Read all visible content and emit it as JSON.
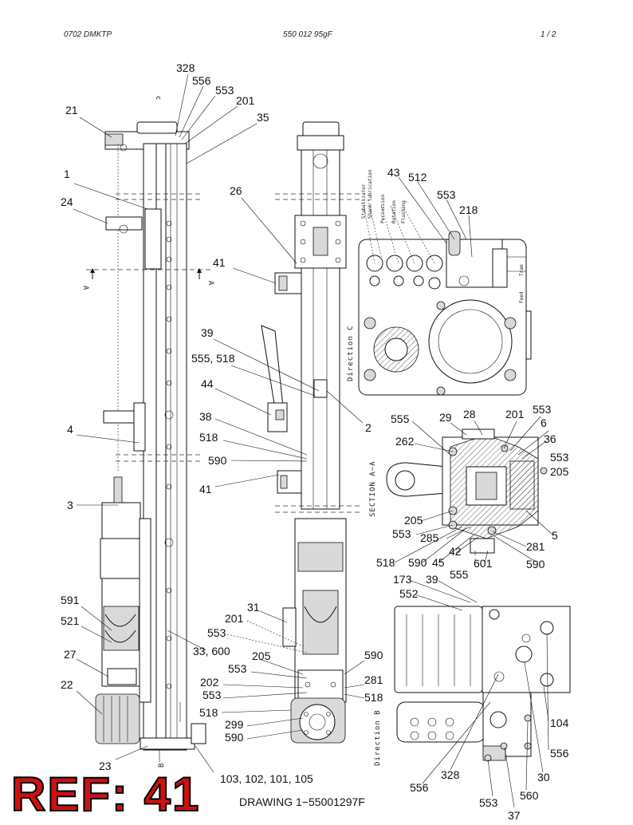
{
  "header": {
    "left": "0702 DMKTP",
    "center": "550 012 95gF",
    "right": "1 /  2"
  },
  "footer": {
    "ref_label": "REF: 41",
    "drawing_label": "DRAWING 1−55001297F"
  },
  "views": {
    "section_label": "SECTION A−A",
    "direction_b": "Direction B",
    "direction_c": "Direction C",
    "section_marker": "A",
    "direction_marker_c": "c",
    "direction_marker_b": "B",
    "hose_labels": [
      "Stabilizator",
      "Shank lubrication",
      "Percussion",
      "Rotation",
      "Flushing"
    ],
    "side_labels": [
      "Tram",
      "Feed"
    ]
  },
  "callouts": {
    "left_view": [
      "328",
      "556",
      "553",
      "201",
      "35",
      "21",
      "1",
      "24",
      "4",
      "3",
      "591",
      "521",
      "27",
      "22",
      "23"
    ],
    "middle_view": [
      "26",
      "41",
      "39",
      "555, 518",
      "44",
      "38",
      "518",
      "590",
      "41",
      "2",
      "31",
      "201",
      "553",
      "33, 600",
      "205",
      "553",
      "202",
      "553",
      "518",
      "299",
      "590",
      "590",
      "281",
      "518",
      "103, 102, 101, 105"
    ],
    "direction_c": [
      "43",
      "512",
      "553",
      "218"
    ],
    "section_aa": [
      "555",
      "29",
      "28",
      "201",
      "553",
      "6",
      "262",
      "36",
      "553",
      "205",
      "205",
      "553",
      "285",
      "5",
      "281",
      "518",
      "590",
      "45",
      "42",
      "601",
      "590",
      "555"
    ],
    "direction_b": [
      "173",
      "39",
      "552",
      "104",
      "556",
      "30",
      "560",
      "328",
      "556",
      "553",
      "37"
    ]
  }
}
